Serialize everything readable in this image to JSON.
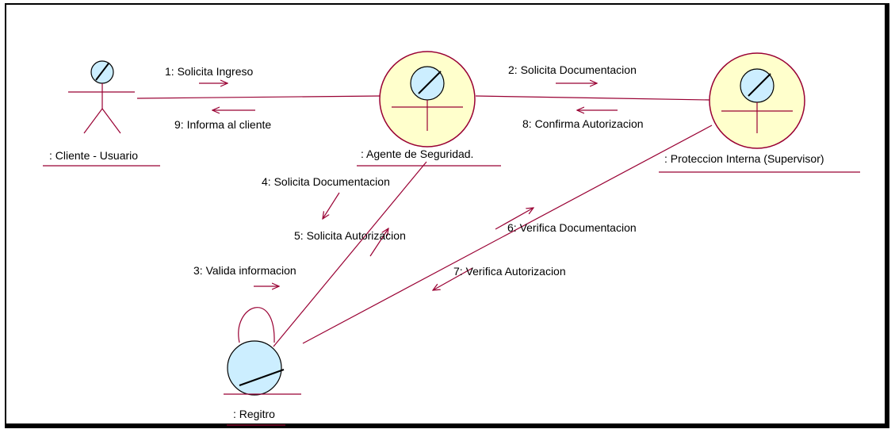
{
  "objects": {
    "actor": ": Cliente - Usuario",
    "agente": ": Agente de Seguridad.",
    "proteccion": ": Proteccion Interna (Supervisor)",
    "registro": ": Regitro"
  },
  "messages": {
    "m1": "1: Solicita Ingreso",
    "m2": "2: Solicita Documentacion",
    "m3": "3: Valida informacion",
    "m4": "4: Solicita Documentacion",
    "m5": "5: Solicita Autorizacion",
    "m6": "6: Verifica Documentacion",
    "m7": "7: Verifica Autorizacion",
    "m8": "8: Confirma Autorizacion",
    "m9": "9: Informa al cliente"
  },
  "colors": {
    "line": "#990033",
    "object_fill": "#ffffcc",
    "icon_fill": "#cceeff"
  }
}
